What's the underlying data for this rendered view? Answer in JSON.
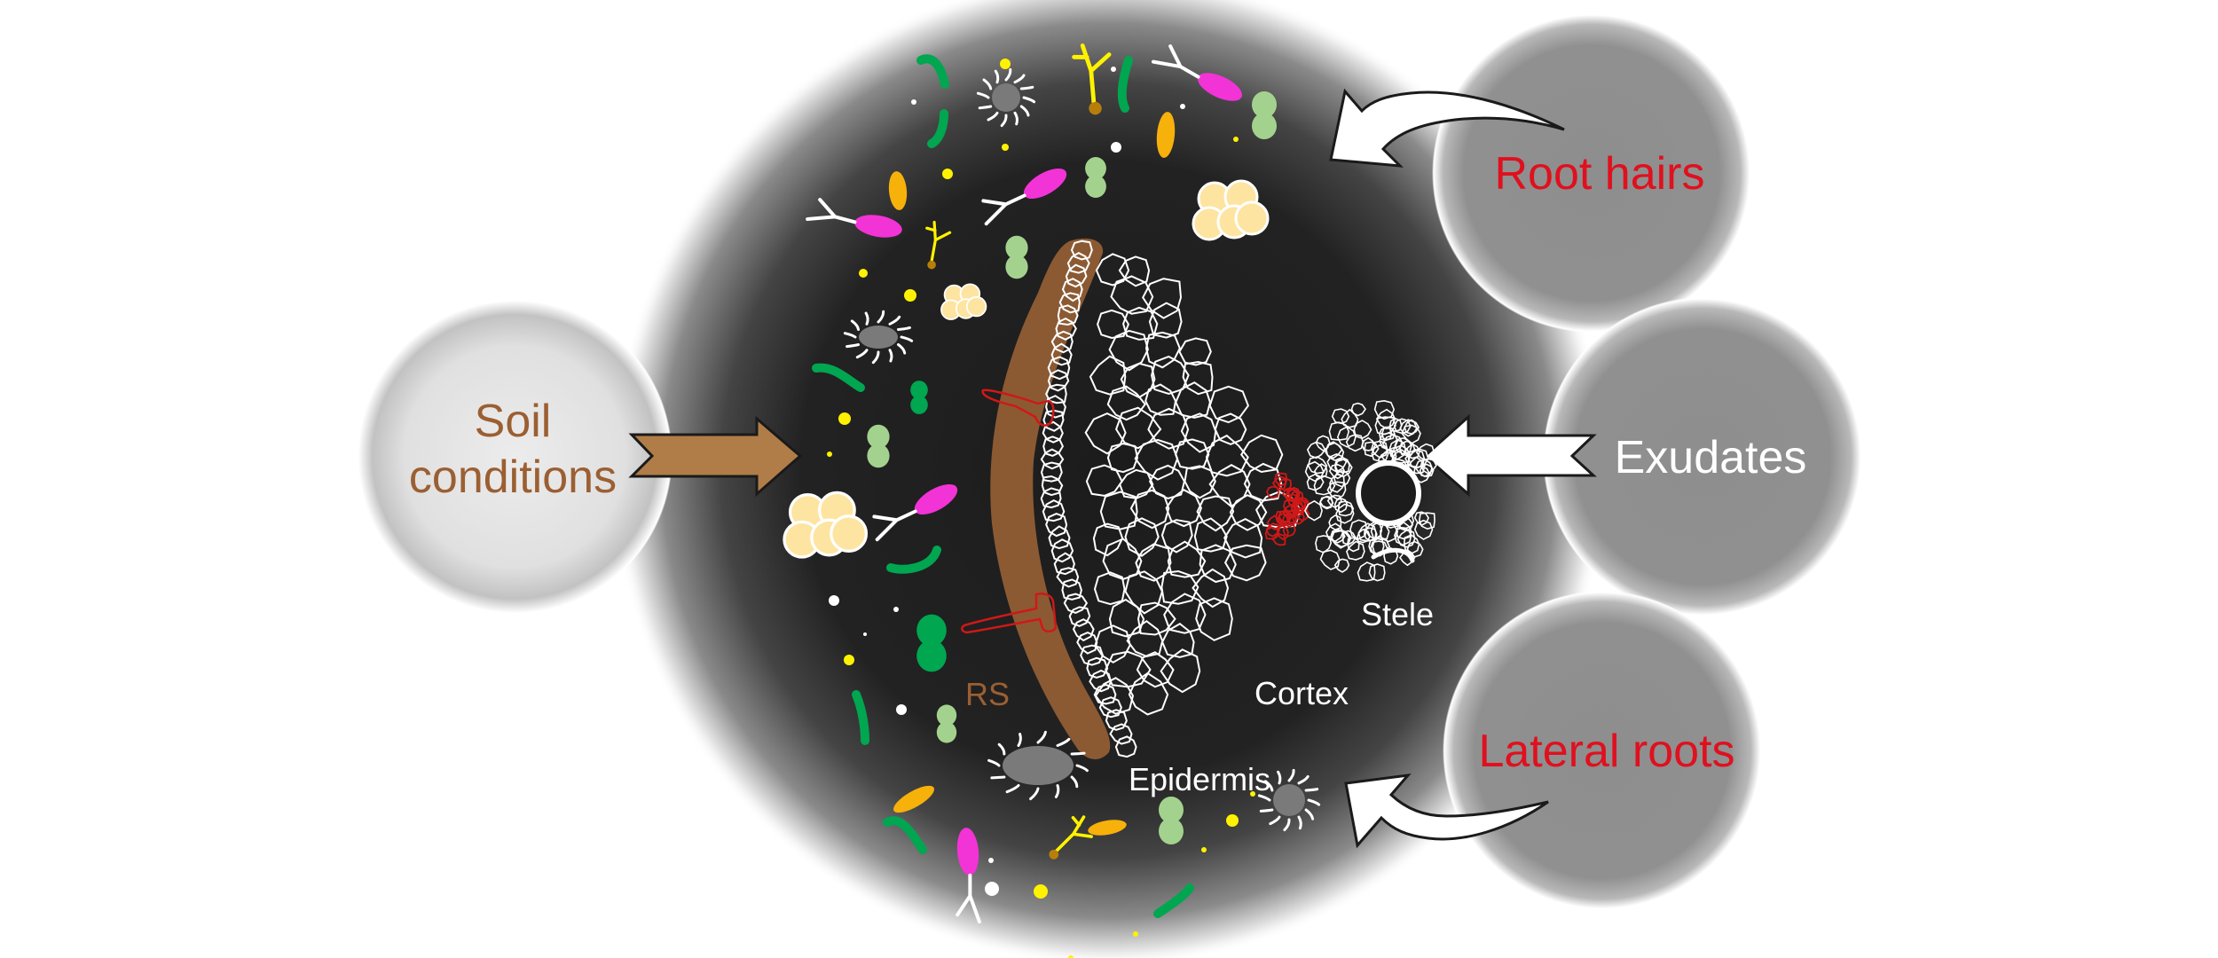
{
  "figure": {
    "title": "Rhizosphere root–soil interactions diagram",
    "colors": {
      "background": "#ffffff",
      "rhizosphere_core": "#1f1f1f",
      "factor_bubble": "#8e8e8e",
      "soil_bubble": "#e6e6e6",
      "soil_text": "#9b5f32",
      "soil_arrow": "#b07d48",
      "red_label": "#e0101e",
      "white_label": "#ffffff",
      "root_sheath": "#8b5a33",
      "cell_outline": "#ffffff",
      "endodermis_red": "#d01818"
    }
  },
  "factors": {
    "soil": {
      "line1": "Soil",
      "line2": "conditions"
    },
    "root_hairs": {
      "label": "Root hairs"
    },
    "exudates": {
      "label": "Exudates"
    },
    "lateral_roots": {
      "label": "Lateral roots"
    }
  },
  "tissues": {
    "rs": "RS",
    "epidermis": "Epidermis",
    "cortex": "Cortex",
    "stele": "Stele"
  },
  "microbes": {
    "legend": [
      {
        "type": "rod-bacterium-flagellated",
        "color": "#f233d6"
      },
      {
        "type": "coccus-diplococcus",
        "color": "#a3d28e"
      },
      {
        "type": "diplococcus-dark",
        "color": "#00a650"
      },
      {
        "type": "filament",
        "color": "#00a650"
      },
      {
        "type": "spore-cluster",
        "color": "#fde4a0"
      },
      {
        "type": "oval-cell",
        "color": "#f6b10b"
      },
      {
        "type": "fungal-hypha",
        "color": "#fff200"
      },
      {
        "type": "nematode-protist",
        "color": "#7a7a7a"
      },
      {
        "type": "particle",
        "color": "#fff200"
      }
    ]
  }
}
